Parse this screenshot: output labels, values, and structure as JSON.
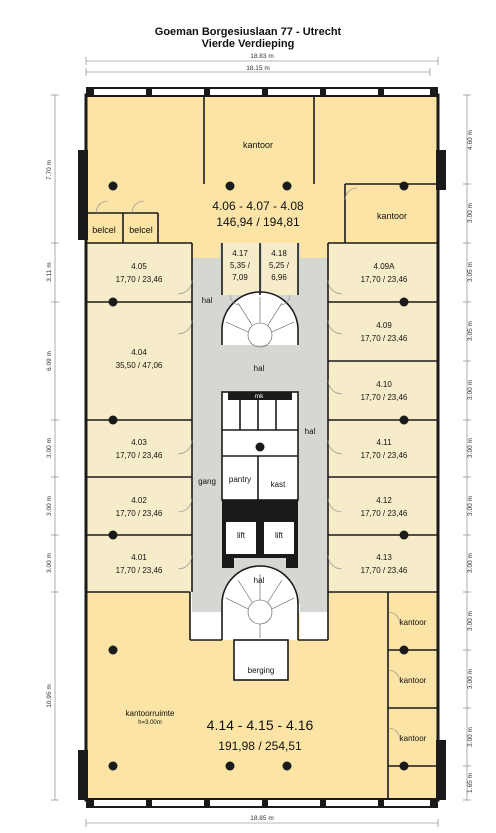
{
  "header": {
    "title_line1": "Goeman Borgesiuslaan 77 - Utrecht",
    "title_line2": "Vierde Verdieping"
  },
  "dimensions": {
    "top_outer": "18.83 m",
    "top_inner": "18.15 m",
    "bottom": "18.85 m",
    "left": [
      "7.70 m",
      "3.11 m",
      "6.09 m",
      "3.00 m",
      "3.00 m",
      "3.00 m",
      "10.95 m"
    ],
    "right": [
      "4.60 m",
      "3.00 m",
      "3.05 m",
      "3.05 m",
      "3.00 m",
      "3.00 m",
      "3.00 m",
      "3.00 m",
      "3.00 m",
      "3.00 m",
      "3.00 m",
      "1.65 m"
    ]
  },
  "rooms": {
    "kantoor_top": "kantoor",
    "main_top_name": "4.06 - 4.07 - 4.08",
    "main_top_area": "146,94 / 194,81",
    "kantoor_right": "kantoor",
    "belcel_1": "belcel",
    "belcel_2": "belcel",
    "r417_name": "4.17",
    "r417_area1": "5,35 /",
    "r417_area2": "7,09",
    "r418_name": "4.18",
    "r418_area1": "5,25 /",
    "r418_area2": "6,96",
    "r405_name": "4.05",
    "r405_area": "17,70 / 23,46",
    "r404_name": "4.04",
    "r404_area": "35,50 / 47,06",
    "r403_name": "4.03",
    "r403_area": "17,70 / 23,46",
    "r402_name": "4.02",
    "r402_area": "17,70 / 23,46",
    "r401_name": "4.01",
    "r401_area": "17,70 / 23,46",
    "r409a_name": "4.09A",
    "r409a_area": "17,70 / 23,46",
    "r409_name": "4.09",
    "r409_area": "17,70 / 23,46",
    "r410_name": "4.10",
    "r410_area": "17,70 / 23,46",
    "r411_name": "4.11",
    "r411_area": "17,70 / 23,46",
    "r412_name": "4.12",
    "r412_area": "17,70 / 23,46",
    "r413_name": "4.13",
    "r413_area": "17,70 / 23,46",
    "hal_left": "hal",
    "hal_center": "hal",
    "hal_right": "hal",
    "hal_bottom": "hal",
    "mk": "mk",
    "gang": "gang",
    "pantry": "pantry",
    "kast": "kast",
    "lift_1": "lift",
    "lift_2": "lift",
    "berging": "berging",
    "kantoor_b1": "kantoor",
    "kantoor_b2": "kantoor",
    "kantoor_b3": "kantoor",
    "kantoorruimte": "kantoorruimte",
    "kantoorruimte_height": "h=3.00m",
    "main_bottom_name": "4.14 - 4.15 - 4.16",
    "main_bottom_area": "191,98 / 254,51"
  },
  "colors": {
    "office": "#fbe4a6",
    "room": "#f7ecc9",
    "corridor": "#d5d7d2",
    "wall": "#1a1a1a"
  }
}
